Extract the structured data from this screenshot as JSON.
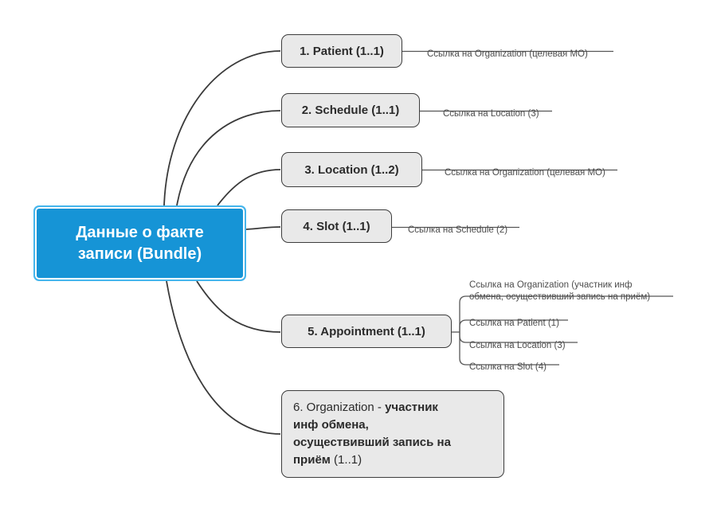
{
  "root": {
    "title": "Данные о факте\nзаписи (Bundle)"
  },
  "branches": [
    {
      "label": "1. Patient (1..1)",
      "children": [
        {
          "label": "Ссылка на Organization (целевая МО)"
        }
      ]
    },
    {
      "label": "2. Schedule (1..1)",
      "children": [
        {
          "label": "Ссылка на Location (3)"
        }
      ]
    },
    {
      "label": "3. Location (1..2)",
      "children": [
        {
          "label": "Ссылка на Organization (целевая МО)"
        }
      ]
    },
    {
      "label": "4. Slot (1..1)",
      "children": [
        {
          "label": "Ссылка на Schedule (2)"
        }
      ]
    },
    {
      "label": "5. Appointment (1..1)",
      "children": [
        {
          "label": "Ссылка на Organization (участник инф\nобмена, осуществивший запись на приём)"
        },
        {
          "label": "Ссылка на Patient (1)"
        },
        {
          "label": "Ссылка на Location (3)"
        },
        {
          "label": "Ссылка на Slot (4)"
        }
      ]
    },
    {
      "label_prefix": "6. Organization - ",
      "label_bold": "участник\nинф обмена,\nосуществивший запись на\nприём",
      "label_suffix": " (1..1)",
      "children": []
    }
  ],
  "colors": {
    "root_fill": "#1694d6",
    "root_border": "#45b5ec",
    "branch_fill": "#e9e9e9",
    "branch_border": "#3c3c3c",
    "connector_line": "#3a3a3a",
    "child_line": "#565656"
  }
}
